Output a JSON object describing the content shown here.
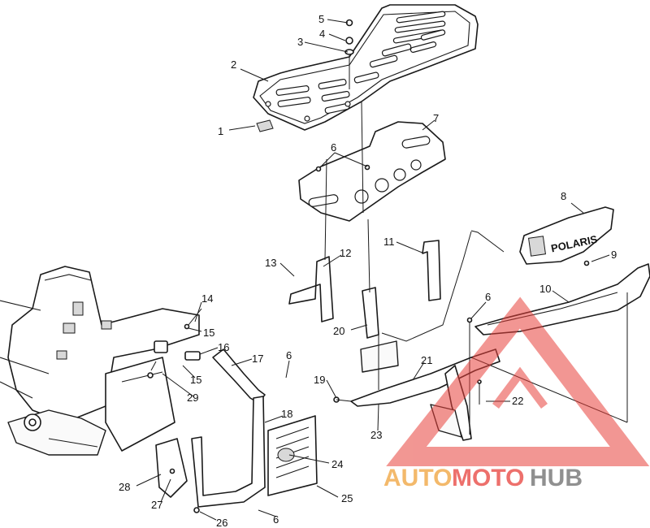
{
  "callouts": [
    "1",
    "2",
    "3",
    "4",
    "5",
    "6",
    "7",
    "6",
    "8",
    "9",
    "11",
    "13",
    "12",
    "10",
    "6",
    "14",
    "15",
    "20",
    "16",
    "17",
    "6",
    "21",
    "15",
    "19",
    "29",
    "18",
    "22",
    "23",
    "24",
    "28",
    "27",
    "25",
    "26",
    "6"
  ],
  "grille_text": "POLARIS",
  "watermark": {
    "part1": "AUTO",
    "part2": "MOTO",
    "part3": "HUB"
  },
  "colors": {
    "ink": "#1a1a1a",
    "watermark_red": "#e8413b",
    "watermark_orange": "#f0a23a",
    "watermark_gray": "#6b6b6b"
  }
}
